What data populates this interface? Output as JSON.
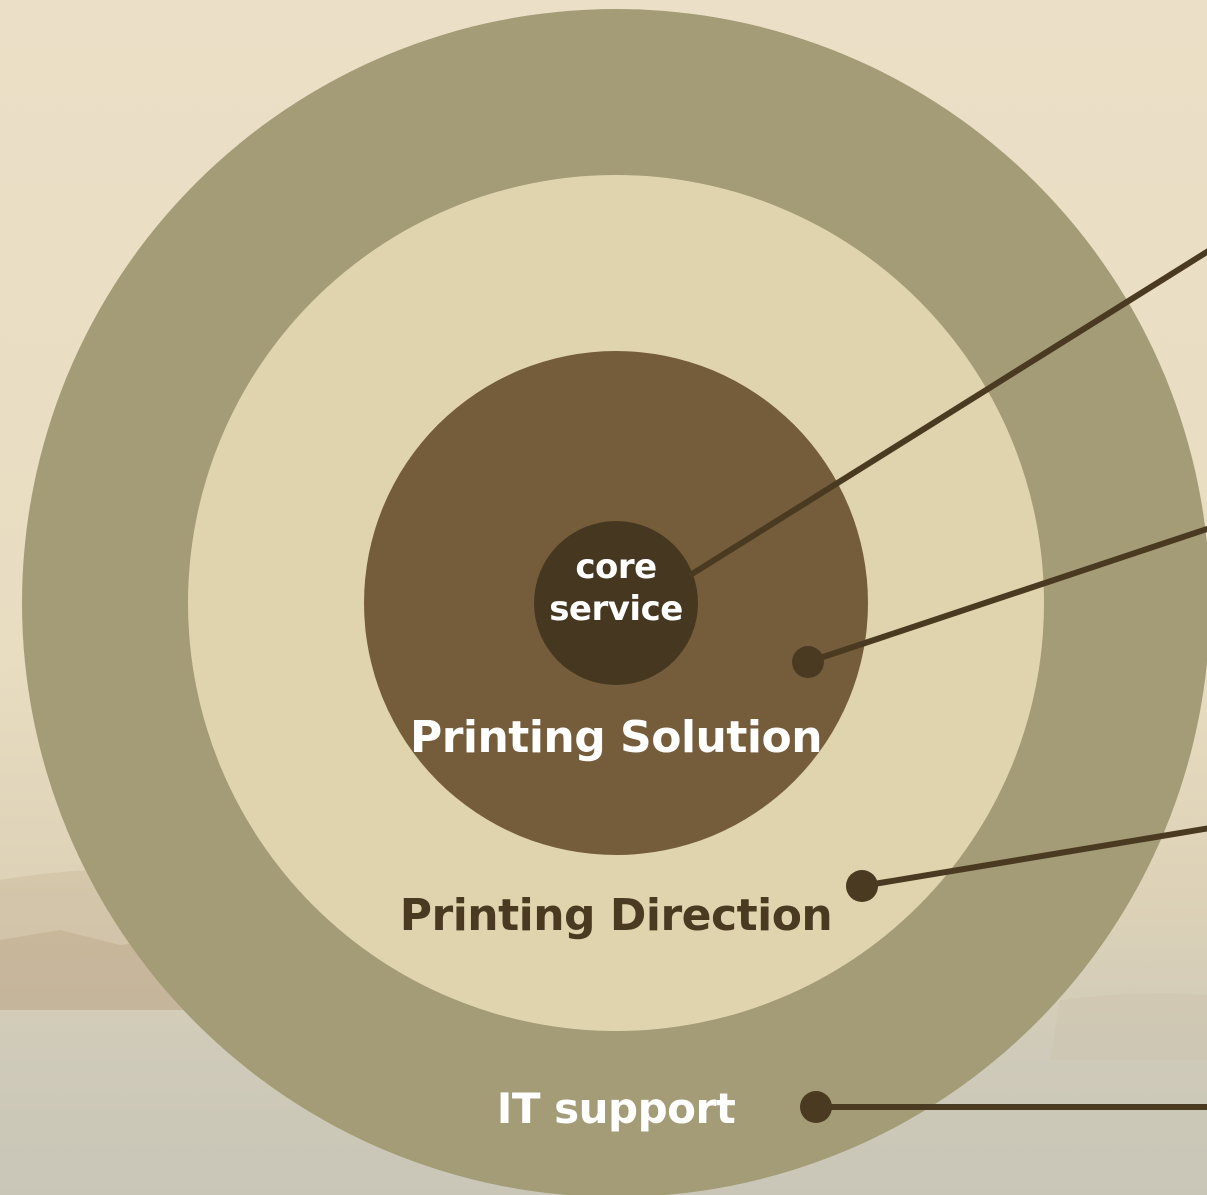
{
  "rings": [
    {
      "id": "it-support",
      "label": "IT support",
      "color": "#a39c76",
      "label_color": "#ffffff"
    },
    {
      "id": "printing-direction",
      "label": "Printing Direction",
      "color": "#dfd4ae",
      "label_color": "#4a3a22"
    },
    {
      "id": "printing-solution",
      "label": "Printing Solution",
      "color": "#755d3b",
      "label_color": "#ffffff"
    },
    {
      "id": "core-service",
      "label": "core service",
      "color": "#463720",
      "label_color": "#ffffff"
    }
  ],
  "colors": {
    "connector": "#4a3a22",
    "background": "#e9dec4"
  }
}
